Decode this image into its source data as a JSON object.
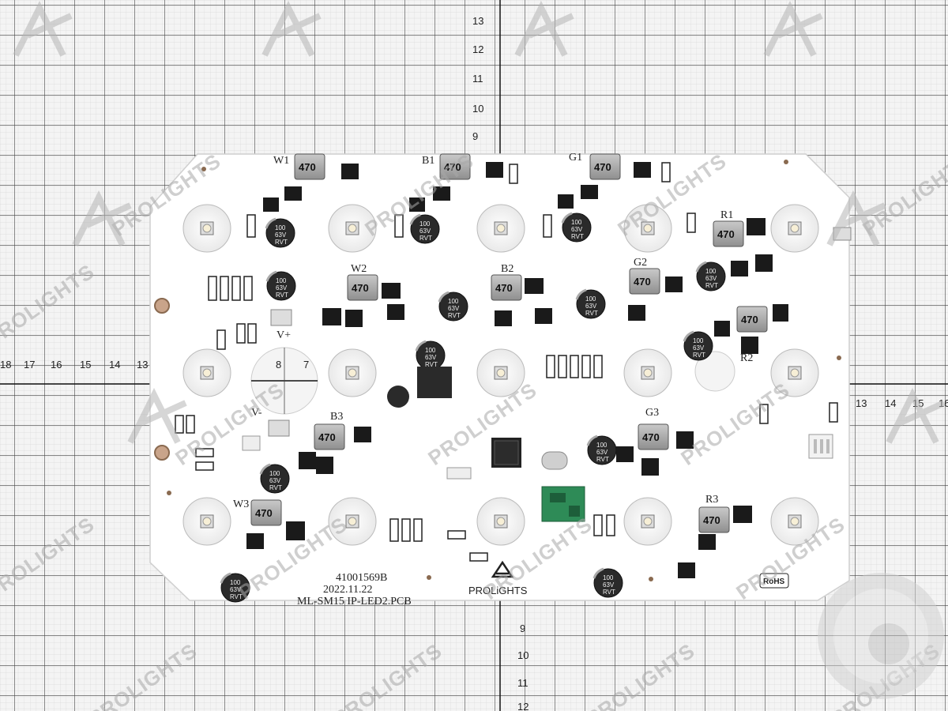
{
  "ruler": {
    "vertical_top": [
      "13",
      "12",
      "11",
      "10",
      "9"
    ],
    "vertical_bottom": [
      "9",
      "10",
      "11",
      "12"
    ],
    "horizontal_left": [
      "18",
      "17",
      "16",
      "15",
      "14",
      "13"
    ],
    "horizontal_right": [
      "13",
      "14",
      "15",
      "16"
    ],
    "hole_numbers": [
      "8",
      "7"
    ]
  },
  "board": {
    "part_number": "41001569B",
    "date": "2022.11.22",
    "model": "ML-SM15 IP-LED2.PCB",
    "brand": "PROLiGHTS",
    "rohs": "RoHS",
    "voltage_plus": "V+",
    "voltage_minus": "V-",
    "inductor_value": "470",
    "channels": {
      "w1": "W1",
      "b1": "B1",
      "g1": "G1",
      "r1": "R1",
      "w2": "W2",
      "b2": "B2",
      "g2": "G2",
      "r2": "R2",
      "b3": "B3",
      "g3": "G3",
      "w3": "W3",
      "r3": "R3"
    },
    "capacitor": {
      "value": "100",
      "voltage": "63V",
      "series": "RVT"
    }
  },
  "watermark": {
    "brand": "PROLIGHTS"
  },
  "colors": {
    "board": "#ffffff",
    "grid": "#444444",
    "background": "#f4f4f4",
    "component": "#1a1a1a",
    "inductor": "#9a9a9a",
    "module": "#2e8b57"
  }
}
